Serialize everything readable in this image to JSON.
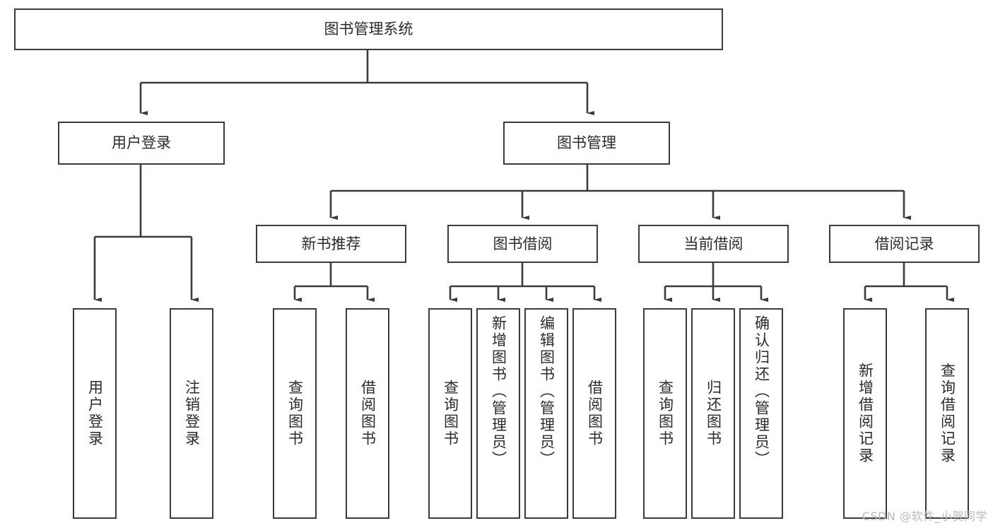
{
  "diagram": {
    "type": "tree",
    "title": "图书管理系统",
    "root": {
      "id": "root",
      "label": "图书管理系统"
    },
    "level2": [
      {
        "id": "user-login",
        "label": "用户登录"
      },
      {
        "id": "book-manage",
        "label": "图书管理"
      }
    ],
    "level3": [
      {
        "id": "new-book-recommend",
        "label": "新书推荐",
        "parent": "book-manage"
      },
      {
        "id": "book-borrow",
        "label": "图书借阅",
        "parent": "book-manage"
      },
      {
        "id": "current-borrow",
        "label": "当前借阅",
        "parent": "book-manage"
      },
      {
        "id": "borrow-record",
        "label": "借阅记录",
        "parent": "book-manage"
      }
    ],
    "leaves": [
      {
        "id": "leaf-user-login",
        "label": "用户登录",
        "parent": "user-login"
      },
      {
        "id": "leaf-logout-login",
        "label": "注销登录",
        "parent": "user-login"
      },
      {
        "id": "leaf-query-book-1",
        "label": "查询图书",
        "parent": "new-book-recommend"
      },
      {
        "id": "leaf-borrow-book-1",
        "label": "借阅图书",
        "parent": "new-book-recommend"
      },
      {
        "id": "leaf-query-book-2",
        "label": "查询图书",
        "parent": "book-borrow"
      },
      {
        "id": "leaf-add-book",
        "label": "新增图书（管理员）",
        "parent": "book-borrow"
      },
      {
        "id": "leaf-edit-book",
        "label": "编辑图书（管理员）",
        "parent": "book-borrow"
      },
      {
        "id": "leaf-borrow-book-2",
        "label": "借阅图书",
        "parent": "book-borrow"
      },
      {
        "id": "leaf-query-book-3",
        "label": "查询图书",
        "parent": "current-borrow"
      },
      {
        "id": "leaf-return-book",
        "label": "归还图书",
        "parent": "current-borrow"
      },
      {
        "id": "leaf-confirm-return",
        "label": "确认归还（管理员）",
        "parent": "current-borrow"
      },
      {
        "id": "leaf-add-record",
        "label": "新增借阅记录",
        "parent": "borrow-record"
      },
      {
        "id": "leaf-query-record",
        "label": "查询借阅记录",
        "parent": "borrow-record"
      }
    ],
    "colors": {
      "stroke": "#3b3b3b",
      "text": "#2b2b2b",
      "background": "#ffffff",
      "watermark": "#b9b9b9"
    }
  },
  "watermark": {
    "text": "CSDN @软件_小贺同学"
  }
}
